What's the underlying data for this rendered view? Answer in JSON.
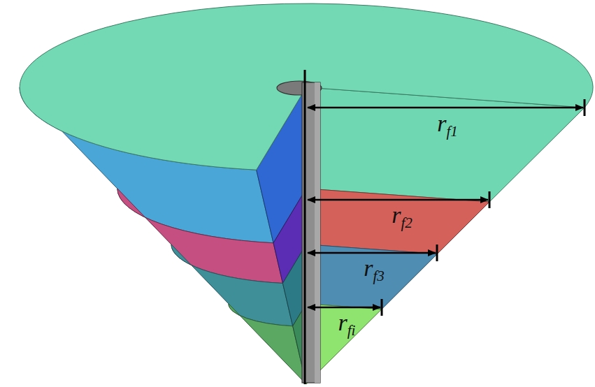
{
  "diagram": {
    "labels": [
      "rf1",
      "rf2",
      "rf3",
      "rfi"
    ]
  }
}
